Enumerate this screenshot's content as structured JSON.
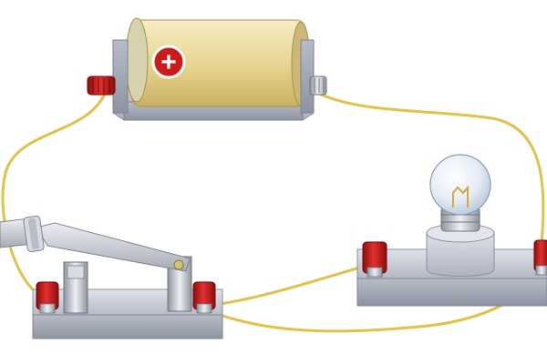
{
  "diagram": {
    "subject": "",
    "components": [
      {
        "id": "battery",
        "symbol_icon": "plus-sign-icon",
        "symbol_text": "+"
      },
      {
        "id": "knife-switch",
        "state": "open"
      },
      {
        "id": "light-bulb"
      },
      {
        "id": "wires",
        "count": 4
      }
    ]
  },
  "colors": {
    "wire": "#e2c04a",
    "battery_body": "#e8d79a",
    "battery_cap": "#c9ccd4",
    "terminal_red": "#cc1a1a",
    "base_gray": "#c7cbd4",
    "plus_badge": "#cc1a1a"
  }
}
